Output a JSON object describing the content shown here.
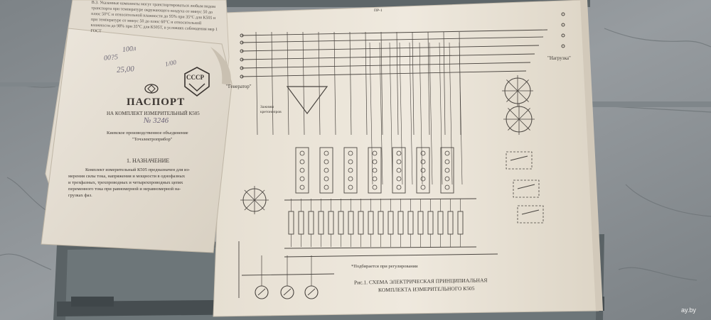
{
  "photo": {
    "subject": "Soviet measuring kit passport booklet and wiring schematic",
    "colors": {
      "concrete": "#8a8f93",
      "paper": "#ebe4d8",
      "paper_shadow": "#cfc6b7",
      "ink": "#3a3430",
      "metal_box": "#5b6366"
    }
  },
  "pamphlet": {
    "top_page_text": "В.3. Указанные комплекты могут транспортироваться любым видом транспорта при температуре окружающего воздуха от минус 50 до плюс 50°С и относительной влажности до 95% при 35°С для К505 и при температуре от минус 50 до плюс 60°С и относительной влажности до 98% при 35°С для К505Т, в условиях соблюдения мер 1 ГОСТ",
    "handwritten_1": "100л",
    "handwritten_2": "00?5",
    "handwritten_3": "25,00",
    "handwritten_4": "1/00",
    "logo_text": "СССР",
    "title": "ПАСПОРТ",
    "subtitle": "НА КОМПЛЕКТ ИЗМЕРИТЕЛЬНЫЙ К505",
    "serial": "№ 3246",
    "maker_line1": "Киевское производственное объединение",
    "maker_line2": "\"Точэлектроприбор\"",
    "section_title": "1. НАЗНАЧЕНИЕ",
    "body_lines": [
      "Комплект измерительный К505 предназначен для из-",
      "мерения силы тока, напряжения и мощности в однофазных",
      "и трехфазных, трехпроводных и четырехпроводных цепях",
      "переменного тока при равномерной и неравномерной на-",
      "грузках фаз."
    ]
  },
  "schematic": {
    "label_generator": "\"Генератор\"",
    "label_load": "\"Нагрузка\"",
    "label_sw_top": "ПР-1",
    "label_clamps": "Зажимы\nкретонопров",
    "label_adjust_note": "*Подбирается при регулировании",
    "caption_line1": "Рис.1. СХЕМА ЭЛЕКТРИЧЕСКАЯ ПРИНЦИПИАЛЬНАЯ",
    "caption_line2": "КОМПЛЕКТА ИЗМЕРИТЕЛЬНОГО К505"
  },
  "watermark": {
    "text": "ay.by"
  }
}
